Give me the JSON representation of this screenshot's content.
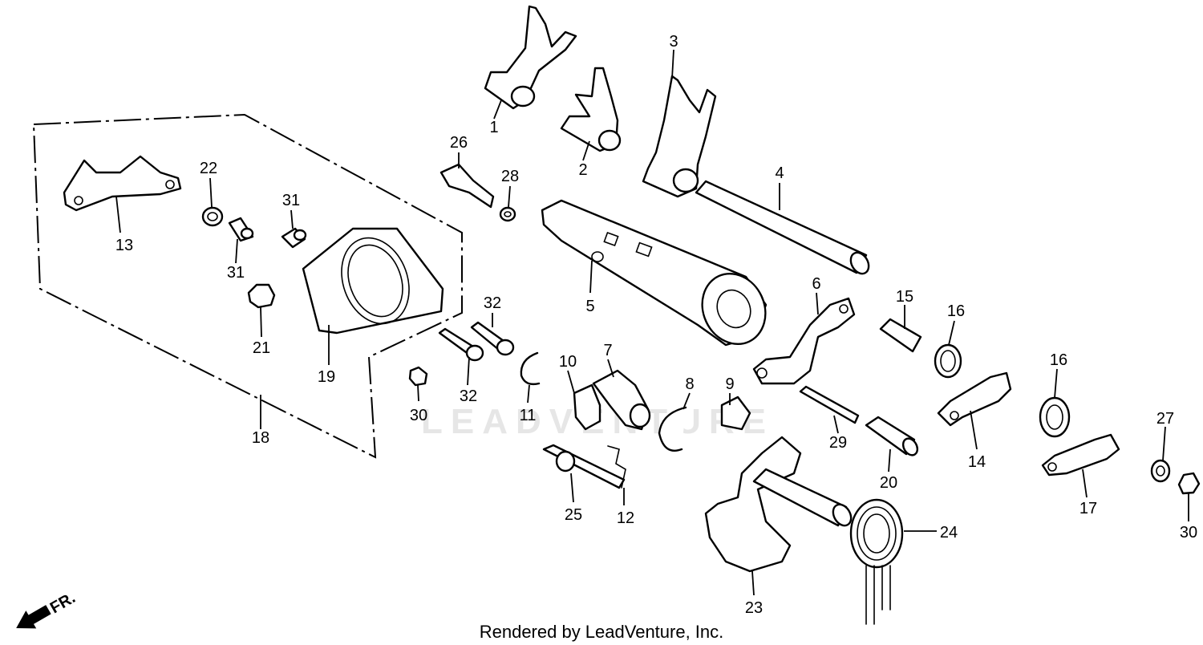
{
  "watermark": "LEADVENTURE",
  "footer": "Rendered by LeadVenture, Inc.",
  "direction": "FR.",
  "callouts": [
    "1",
    "2",
    "3",
    "4",
    "5",
    "6",
    "7",
    "8",
    "9",
    "10",
    "11",
    "12",
    "13",
    "14",
    "15",
    "16",
    "16",
    "17",
    "18",
    "19",
    "20",
    "21",
    "22",
    "23",
    "24",
    "25",
    "26",
    "27",
    "28",
    "29",
    "30",
    "30",
    "31",
    "31",
    "32",
    "32"
  ]
}
